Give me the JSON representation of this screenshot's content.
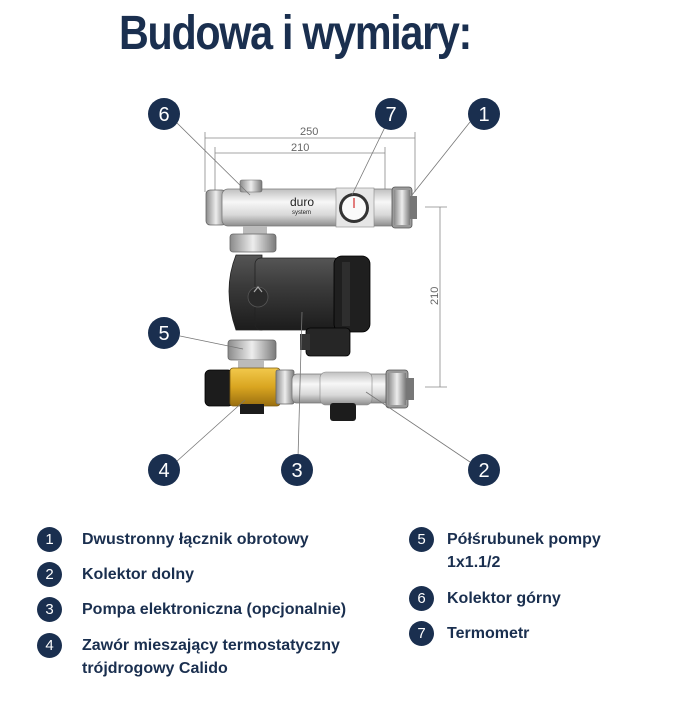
{
  "title": "Budowa i wymiary:",
  "dimensions": {
    "width_total": "250",
    "width_inner": "210",
    "height": "210"
  },
  "brand": {
    "name": "duro",
    "sub": "system"
  },
  "markers": [
    "6",
    "7",
    "1",
    "5",
    "4",
    "3",
    "2"
  ],
  "legend": [
    {
      "num": "1",
      "text": "Dwustronny łącznik obrotowy"
    },
    {
      "num": "2",
      "text": "Kolektor dolny"
    },
    {
      "num": "3",
      "text": "Pompa elektroniczna (opcjonalnie)"
    },
    {
      "num": "4",
      "text": "Zawór mieszający termostatyczny trójdrogowy Calido"
    },
    {
      "num": "5",
      "text": "Półśrubunek pompy 1x1.1/2"
    },
    {
      "num": "6",
      "text": "Kolektor górny"
    },
    {
      "num": "7",
      "text": "Termometr"
    }
  ],
  "colors": {
    "navy": "#1a2f4f",
    "brass": "#d9a520",
    "pump": "#3a3a3a"
  }
}
